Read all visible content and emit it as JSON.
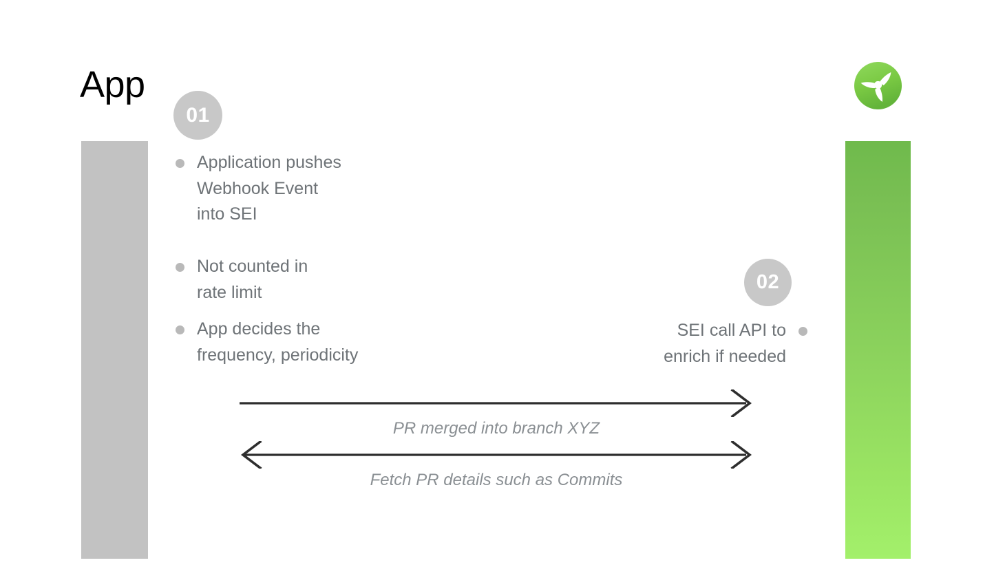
{
  "diagram": {
    "title": "App",
    "type": "sequence",
    "logo_icon": "propeller-logo-icon",
    "lanes": [
      {
        "name": "app-lane",
        "color": "#c2c2c2"
      },
      {
        "name": "sei-lane",
        "color_top": "#79bf53",
        "color_bottom": "#a3f06b"
      }
    ],
    "steps": [
      {
        "badge": "01",
        "side": "left",
        "bullets": [
          "Application pushes\nWebhook Event\ninto SEI",
          "Not counted in\nrate limit",
          "App decides the\nfrequency, periodicity"
        ]
      },
      {
        "badge": "02",
        "side": "right",
        "bullets": [
          "SEI call API to\nenrich if needed"
        ]
      }
    ],
    "bullets_left": {
      "b1_l1": "Application pushes",
      "b1_l2": "Webhook Event",
      "b1_l3": "into SEI",
      "b2_l1": "Not counted in",
      "b2_l2": "rate limit",
      "b3_l1": "App decides the",
      "b3_l2": "frequency, periodicity"
    },
    "bullets_right": {
      "b1_l1": "SEI call API to",
      "b1_l2": "enrich if needed"
    },
    "messages": [
      {
        "label": "PR merged into branch XYZ",
        "direction": "right",
        "heads": [
          "end"
        ]
      },
      {
        "label": "Fetch PR details such as Commits",
        "direction": "both",
        "heads": [
          "start",
          "end"
        ]
      }
    ],
    "colors": {
      "badge_bg": "#c8c8c8",
      "badge_text": "#ffffff",
      "bullet_dot": "#b9b9b9",
      "body_text": "#6e7377",
      "label_text": "#8a8f93",
      "arrow_stroke": "#2e2e2e",
      "title_text": "#000000",
      "logo_green": "#7ac943",
      "background": "#ffffff"
    }
  }
}
